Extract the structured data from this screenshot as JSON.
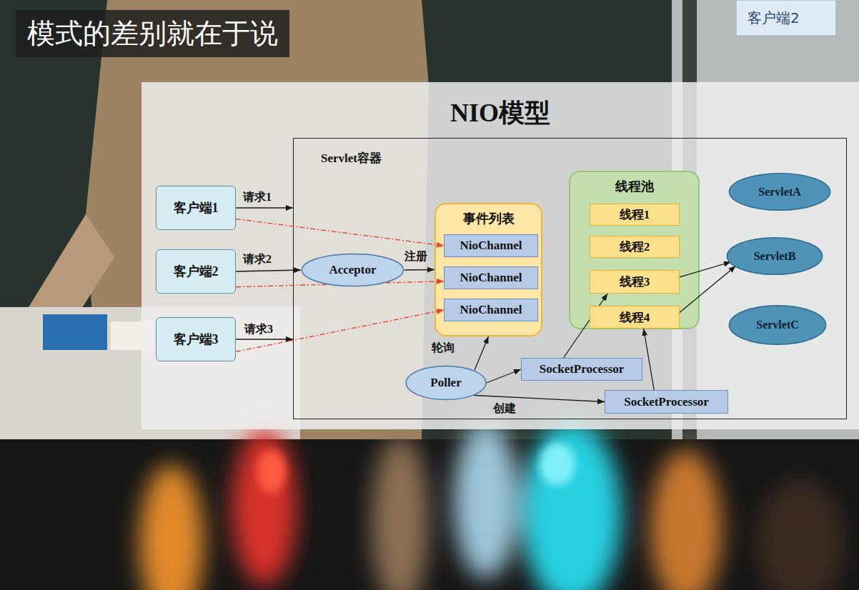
{
  "diagram": {
    "title": "NIO模型",
    "nodes": [
      {
        "text": [
          "客户端1"
        ]
      },
      {
        "text": [
          "客户端2"
        ]
      },
      {
        "text": [
          "客户端3"
        ]
      },
      {
        "text": [
          "Servlet容器"
        ]
      },
      {
        "text": [
          "Acceptor"
        ],
        "in": 3
      },
      {
        "text": [
          "事件列表"
        ],
        "in": 3
      },
      {
        "text": [
          "NioChannel"
        ],
        "in": 5
      },
      {
        "text": [
          "NioChannel"
        ],
        "in": 5
      },
      {
        "text": [
          "NioChannel"
        ],
        "in": 5
      },
      {
        "text": [
          "线程池"
        ],
        "in": 3
      },
      {
        "text": [
          "线程1"
        ],
        "in": 9
      },
      {
        "text": [
          "线程2"
        ],
        "in": 9
      },
      {
        "text": [
          "线程3"
        ],
        "in": 9
      },
      {
        "text": [
          "线程4"
        ],
        "in": 9
      },
      {
        "text": [
          "Poller"
        ],
        "in": 3
      },
      {
        "text": [
          "SocketProcessor"
        ],
        "in": 3
      },
      {
        "text": [
          "SocketProcessor"
        ],
        "in": 3
      },
      {
        "text": [
          "ServletA"
        ],
        "in": 3
      },
      {
        "text": [
          "ServletB"
        ],
        "in": 3
      },
      {
        "text": [
          "ServletC"
        ],
        "in": 3
      }
    ],
    "edges": [
      {
        "from": 0,
        "to": 3,
        "label": "请求1",
        "arrow": "to"
      },
      {
        "from": 1,
        "to": 4,
        "label": "请求2",
        "arrow": "to"
      },
      {
        "from": 2,
        "to": 3,
        "label": "请求3",
        "arrow": "to"
      },
      {
        "from": 0,
        "to": 6,
        "arrow": "to"
      },
      {
        "from": 1,
        "to": 7,
        "arrow": "to"
      },
      {
        "from": 2,
        "to": 8,
        "arrow": "to"
      },
      {
        "from": 4,
        "to": 5,
        "label": "注册",
        "arrow": "to"
      },
      {
        "from": 14,
        "to": 5,
        "label": "轮询",
        "arrow": "to"
      },
      {
        "from": 14,
        "to": 15,
        "arrow": "to"
      },
      {
        "from": 14,
        "to": 16,
        "label": "创建",
        "arrow": "to"
      },
      {
        "from": 15,
        "to": 12,
        "arrow": "to"
      },
      {
        "from": 16,
        "to": 13,
        "arrow": "to"
      },
      {
        "from": 12,
        "to": 18,
        "arrow": "to"
      },
      {
        "from": 13,
        "to": 18,
        "arrow": "to"
      }
    ],
    "labels": [
      "模式的差别就在于说",
      "客户端2"
    ]
  }
}
